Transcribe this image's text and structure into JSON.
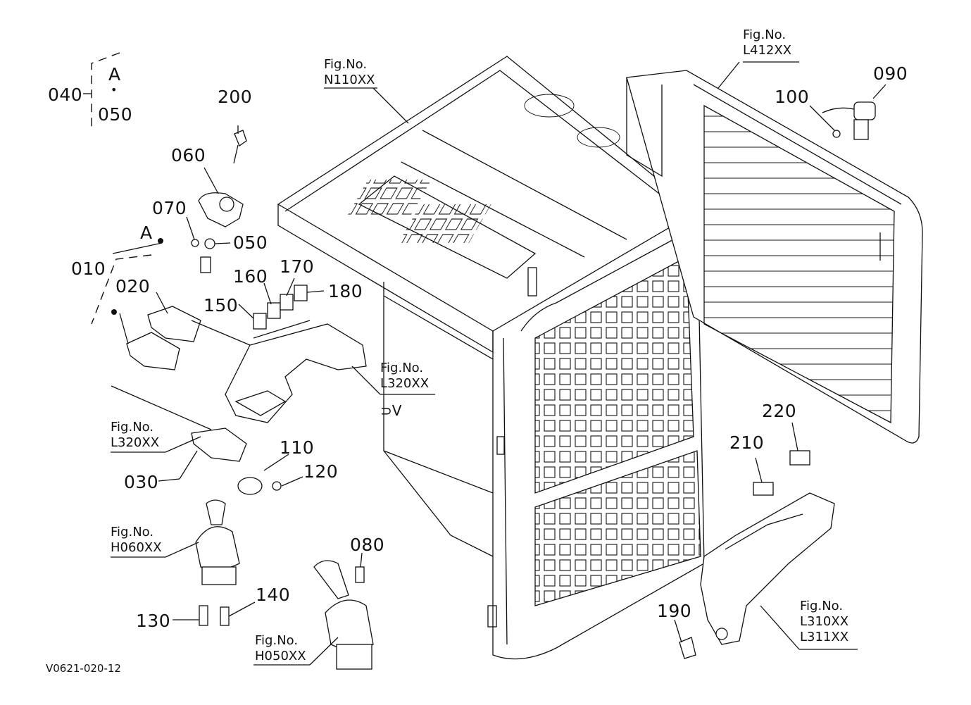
{
  "diagram_code": "V0621-020-12",
  "group": {
    "number": "040",
    "line1": "A",
    "dot": "•",
    "line2": "050"
  },
  "point_a": "A",
  "parts": {
    "p010": "010",
    "p020": "020",
    "p030": "030",
    "p050": "050",
    "p060": "060",
    "p070": "070",
    "p080": "080",
    "p090": "090",
    "p100": "100",
    "p110": "110",
    "p120": "120",
    "p130": "130",
    "p140": "140",
    "p150": "150",
    "p160": "160",
    "p170": "170",
    "p180": "180",
    "p190": "190",
    "p200": "200",
    "p210": "210",
    "p220": "220"
  },
  "figs": {
    "n110": {
      "label": "Fig.No.",
      "code": "N110XX"
    },
    "l412": {
      "label": "Fig.No.",
      "code": "L412XX"
    },
    "l320a": {
      "label": "Fig.No.",
      "code": "L320XX"
    },
    "l320b": {
      "label": "Fig.No.",
      "code": "L320XX"
    },
    "h060": {
      "label": "Fig.No.",
      "code": "H060XX"
    },
    "h050": {
      "label": "Fig.No.",
      "code": "H050XX"
    },
    "l310": {
      "label": "Fig.No.",
      "code1": "L310XX",
      "code2": "L311XX"
    }
  }
}
